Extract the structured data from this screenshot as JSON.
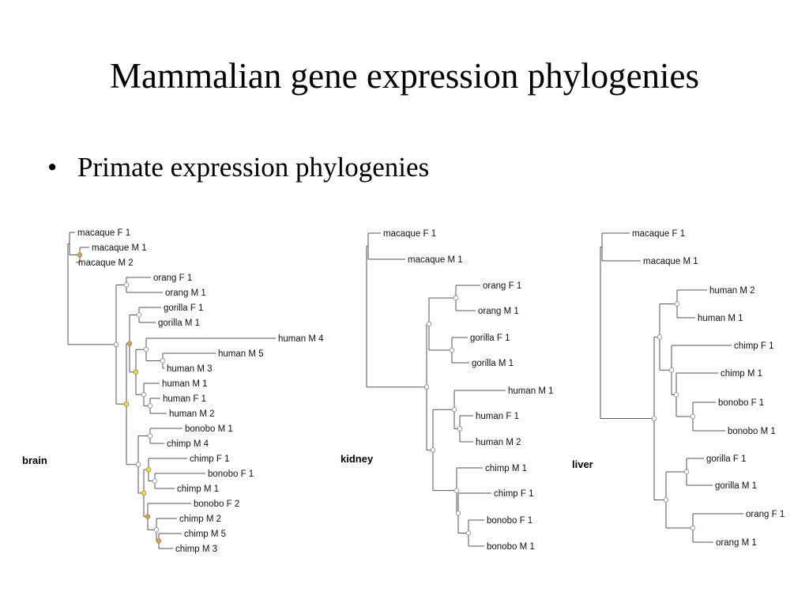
{
  "title": "Mammalian gene expression phylogenies",
  "bullet": {
    "glyph": "•",
    "text": "Primate expression phylogenies"
  },
  "colors": {
    "node_plain": "#ffffff",
    "node_yellow": "#f2e21a",
    "node_orange": "#f0a020",
    "branch": "#555555"
  },
  "panels": [
    {
      "id": "brain",
      "label": "brain",
      "leaves": [
        "macaque F 1",
        "macaque M 1",
        "macaque M 2",
        "orang F 1",
        "orang M 1",
        "gorilla F 1",
        "gorilla M 1",
        "human M 4",
        "human M 5",
        "human M 3",
        "human M 1",
        "human F 1",
        "human M 2",
        "bonobo M 1",
        "chimp M 4",
        "chimp F 1",
        "bonobo F 1",
        "chimp M 1",
        "bonobo F 2",
        "chimp M 2",
        "chimp M 5",
        "chimp M 3"
      ]
    },
    {
      "id": "kidney",
      "label": "kidney",
      "leaves": [
        "macaque F 1",
        "macaque M 1",
        "orang F 1",
        "orang M 1",
        "gorilla F 1",
        "gorilla M 1",
        "human M 1",
        "human F 1",
        "human M 2",
        "chimp M 1",
        "chimp F 1",
        "bonobo F 1",
        "bonobo M 1"
      ]
    },
    {
      "id": "liver",
      "label": "liver",
      "leaves": [
        "macaque F 1",
        "macaque M 1",
        "human M 2",
        "human M 1",
        "chimp F 1",
        "chimp M 1",
        "bonobo F 1",
        "bonobo M 1",
        "gorilla F 1",
        "gorilla M 1",
        "orang F 1",
        "orang M 1"
      ]
    }
  ]
}
